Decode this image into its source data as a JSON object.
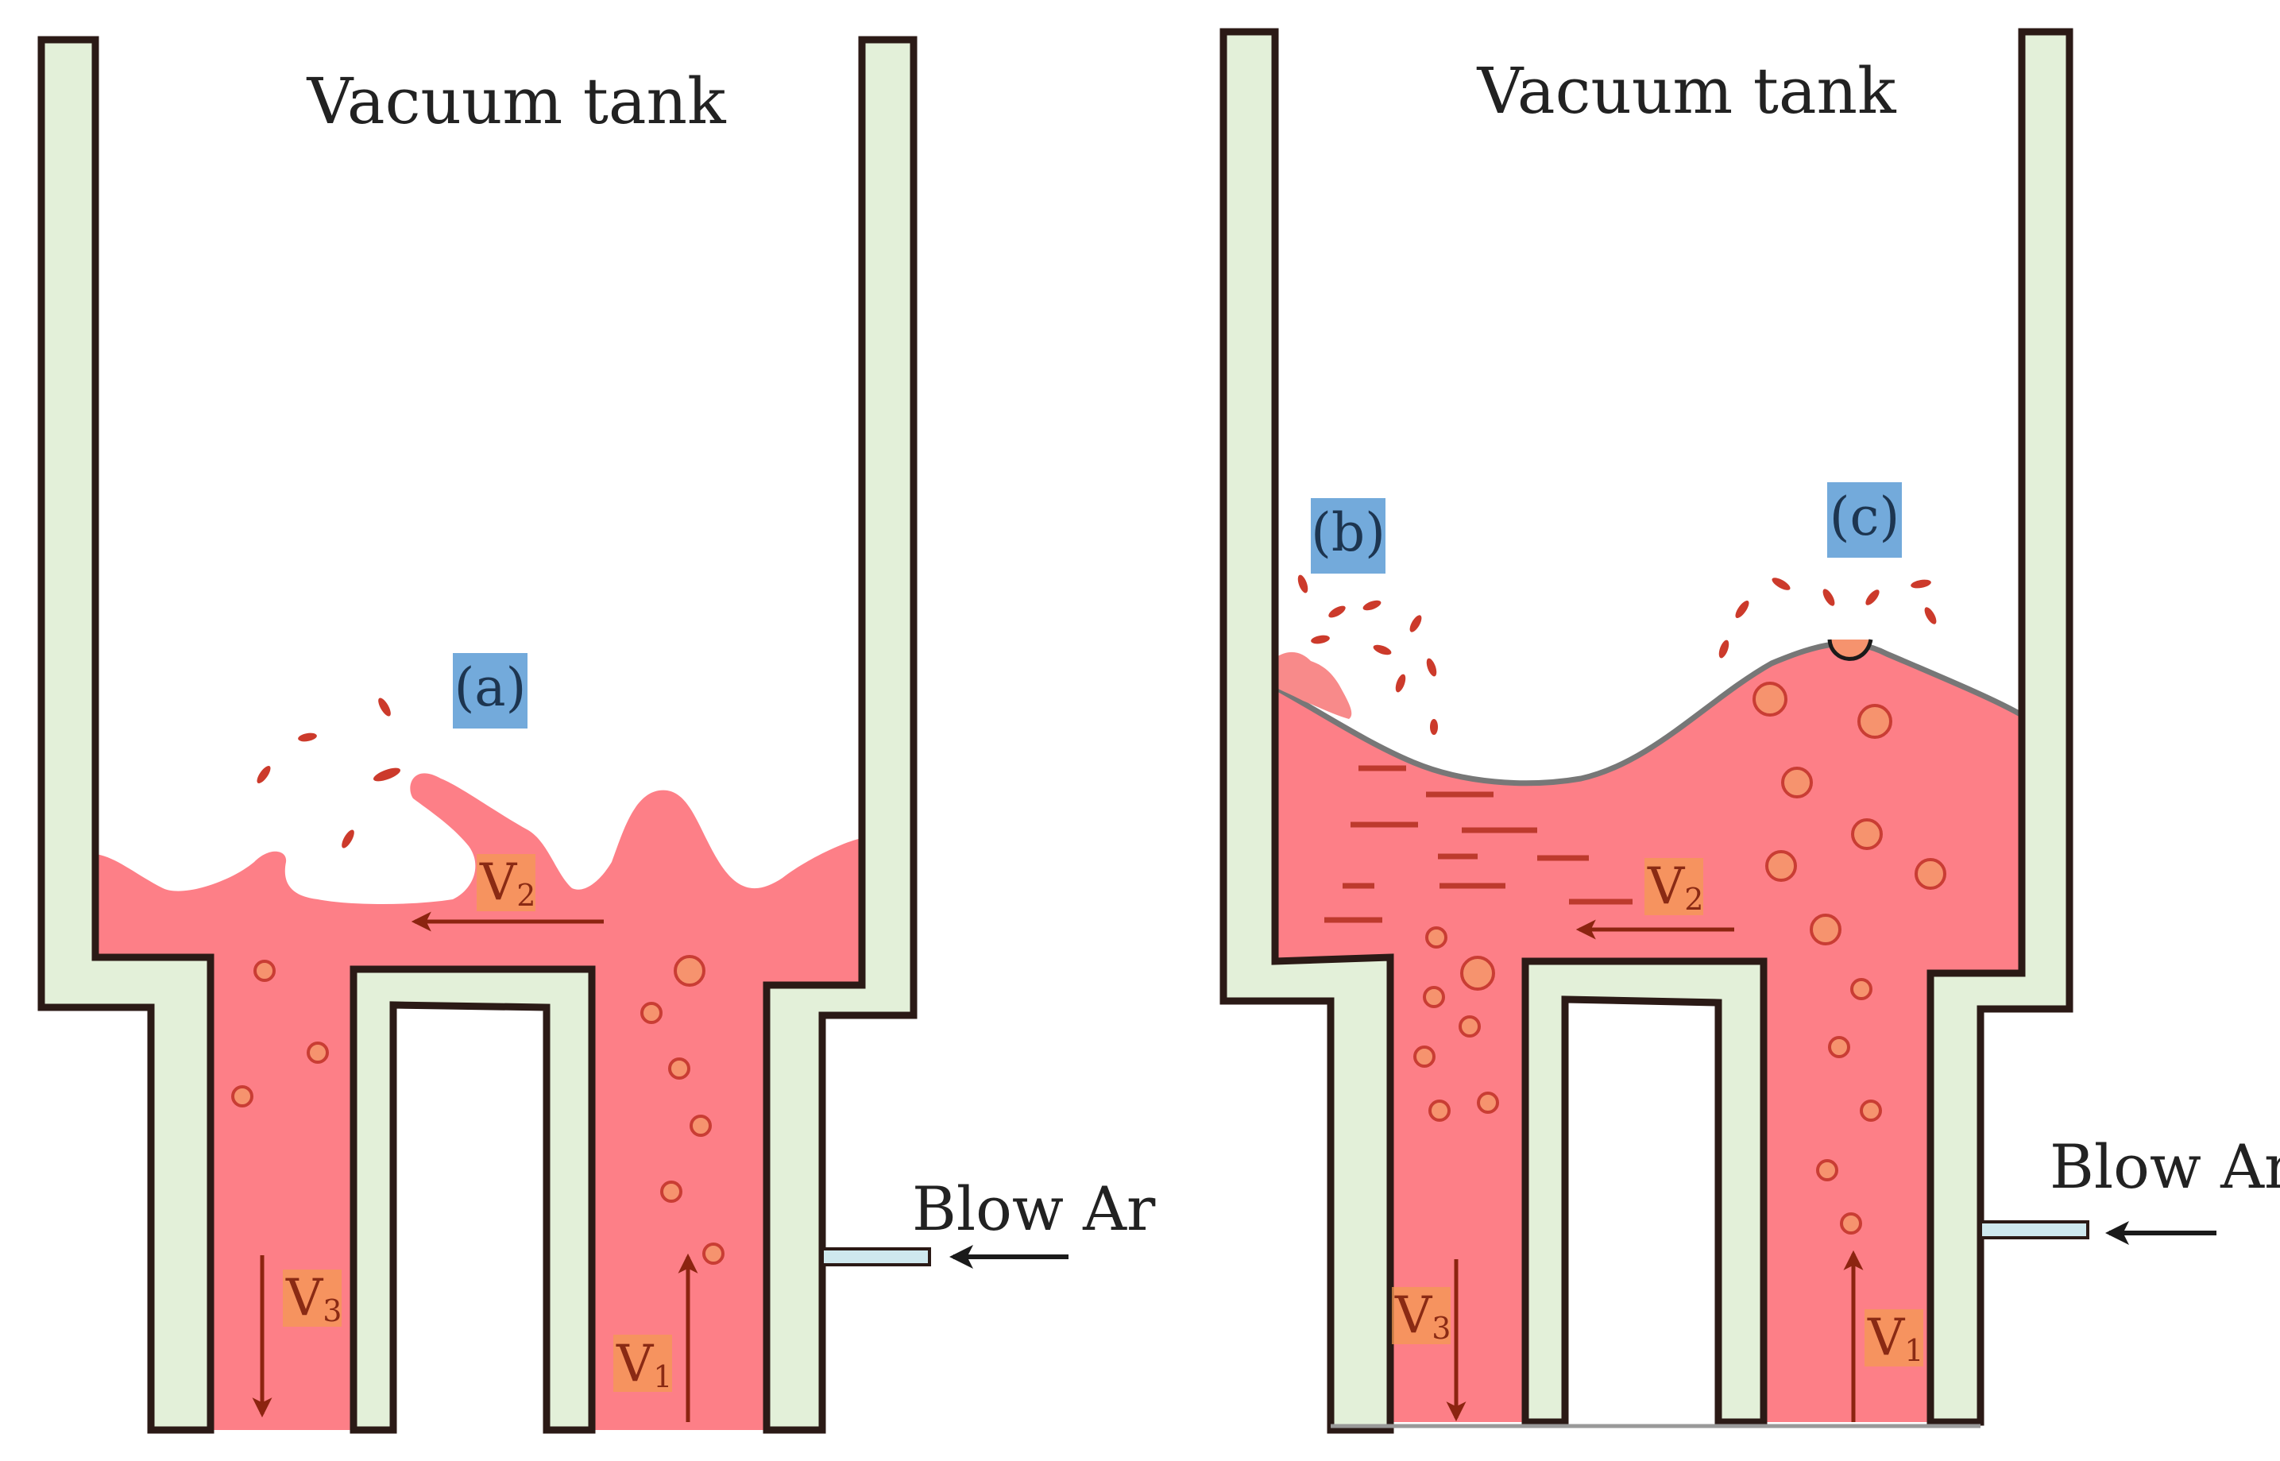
{
  "panels": [
    {
      "title": "Vacuum tank",
      "blow_label": "Blow Ar",
      "tags": [
        "(a)"
      ],
      "velocity_labels": [
        {
          "base": "V",
          "sub": "1"
        },
        {
          "base": "V",
          "sub": "2"
        },
        {
          "base": "V",
          "sub": "3"
        }
      ]
    },
    {
      "title": "Vacuum tank",
      "blow_label": "Blow Ar",
      "tags": [
        "(b)",
        "(c)"
      ],
      "velocity_labels": [
        {
          "base": "V",
          "sub": "1"
        },
        {
          "base": "V",
          "sub": "2"
        },
        {
          "base": "V",
          "sub": "3"
        }
      ]
    }
  ],
  "colors": {
    "wall_fill": "#e3f0d9",
    "wall_stroke": "#2b1a16",
    "liquid": "#fd7f87",
    "bubble_fill": "#f6936e",
    "bubble_stroke": "#c93d34",
    "droplet": "#cc3a2b",
    "arrow": "#8c2410",
    "tag_bg": "#5b9bd5",
    "v_bg": "#f39a52",
    "pipe": "#cfe8ee"
  }
}
